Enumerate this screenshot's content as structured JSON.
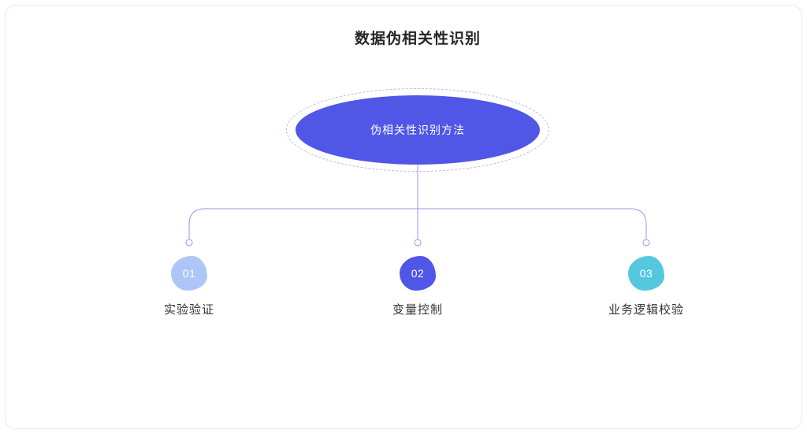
{
  "title": "数据伪相关性识别",
  "root": {
    "label": "伪相关性识别方法",
    "fill": "#5056e5",
    "dash_color": "#b6bbf0"
  },
  "connector_color": "#a3aaec",
  "nodes": [
    {
      "number": "01",
      "label": "实验验证",
      "color": "#aec5f7"
    },
    {
      "number": "02",
      "label": "变量控制",
      "color": "#5056e5"
    },
    {
      "number": "03",
      "label": "业务逻辑校验",
      "color": "#55c8e0"
    }
  ]
}
